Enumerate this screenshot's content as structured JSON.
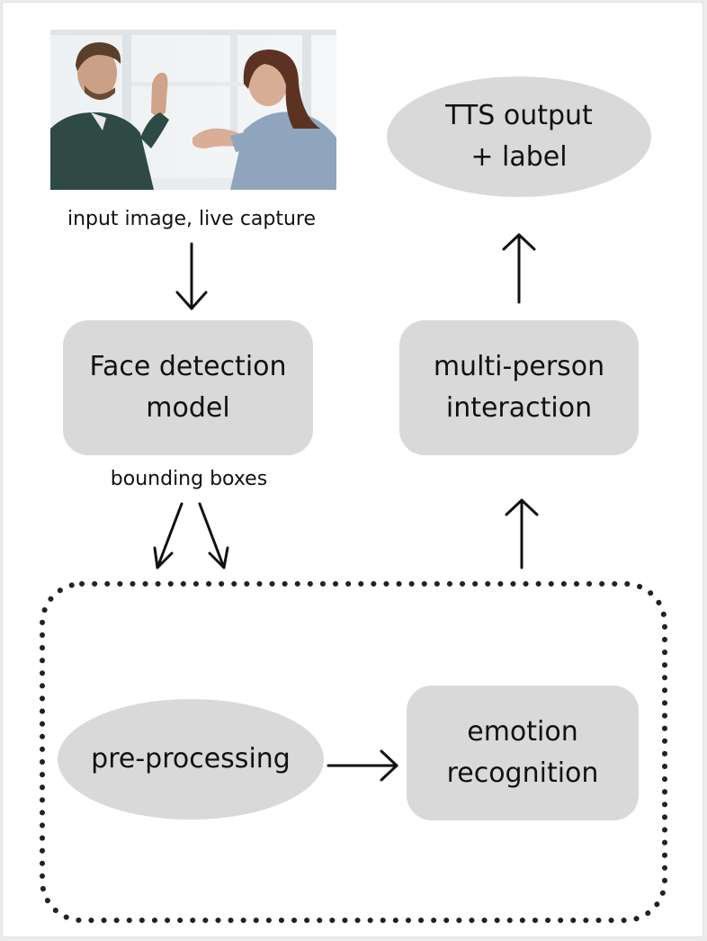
{
  "diagram": {
    "input_image": {
      "alt": "two people arguing across a table"
    },
    "input_caption": "input image, live capture",
    "face_detection_label": "Face detection\nmodel",
    "bounding_boxes_caption": "bounding boxes",
    "multi_person_label": "multi-person\ninteraction",
    "tts_output_label": "TTS output\n+ label",
    "preprocessing_label": "pre-processing",
    "emotion_recognition_label": "emotion\nrecognition"
  },
  "colors": {
    "node_fill": "#d9d9d9",
    "arrow": "#111111",
    "dotted_border": "#222222"
  }
}
